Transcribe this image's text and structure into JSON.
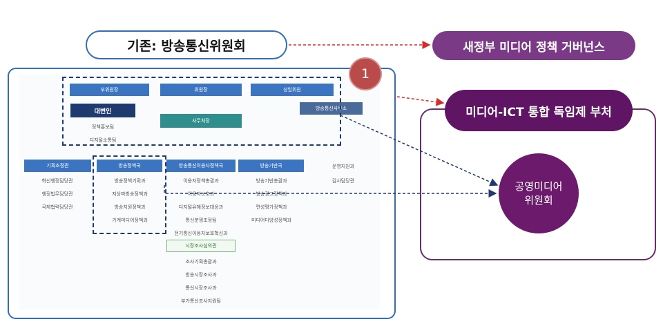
{
  "header": {
    "current_label": "기존: 방송통신위원회",
    "new_label": "새정부 미디어 정책 거버넌스"
  },
  "badge_number": "1",
  "right_panel": {
    "title": "미디어-ICT 통합 독임제 부처",
    "circle_line1": "공영미디어",
    "circle_line2": "위원회"
  },
  "org_chart": {
    "top_boxes": [
      "부위원장",
      "위원장",
      "상임위원"
    ],
    "spokesperson": "대변인",
    "spokesperson_items": [
      "정책홍보팀",
      "디지털소통팀"
    ],
    "secretary_general": "사무처장",
    "research_center": "방송통신사무소",
    "departments": [
      {
        "head": "기획조정관",
        "items": [
          "혁신행정담당관",
          "행정법무담당관",
          "국제협력담당관"
        ]
      },
      {
        "head": "방송정책국",
        "items": [
          "방송정책기획과",
          "지상파방송정책과",
          "방송지원정책과",
          "가계미디어정책과"
        ]
      },
      {
        "head": "방송통신이용자정책국",
        "items": [
          "이용자정책총괄과",
          "이용자보호과",
          "디지털유해정보대응과",
          "통신분쟁조정팀",
          "전기통신이용자보호혁신과"
        ]
      },
      {
        "head": "방송기반국",
        "items": [
          "방송기반총괄과",
          "방송광고정책과",
          "편성평가정책과",
          "미디어다양성정책과"
        ]
      }
    ],
    "audit_items": [
      "운영지원과",
      "감사담당관"
    ],
    "market_survey": "시장조사심의관",
    "market_items": [
      "조사기획총괄과",
      "방송시장조사과",
      "통신시장조사과",
      "부가통신조사지원팀"
    ]
  }
}
